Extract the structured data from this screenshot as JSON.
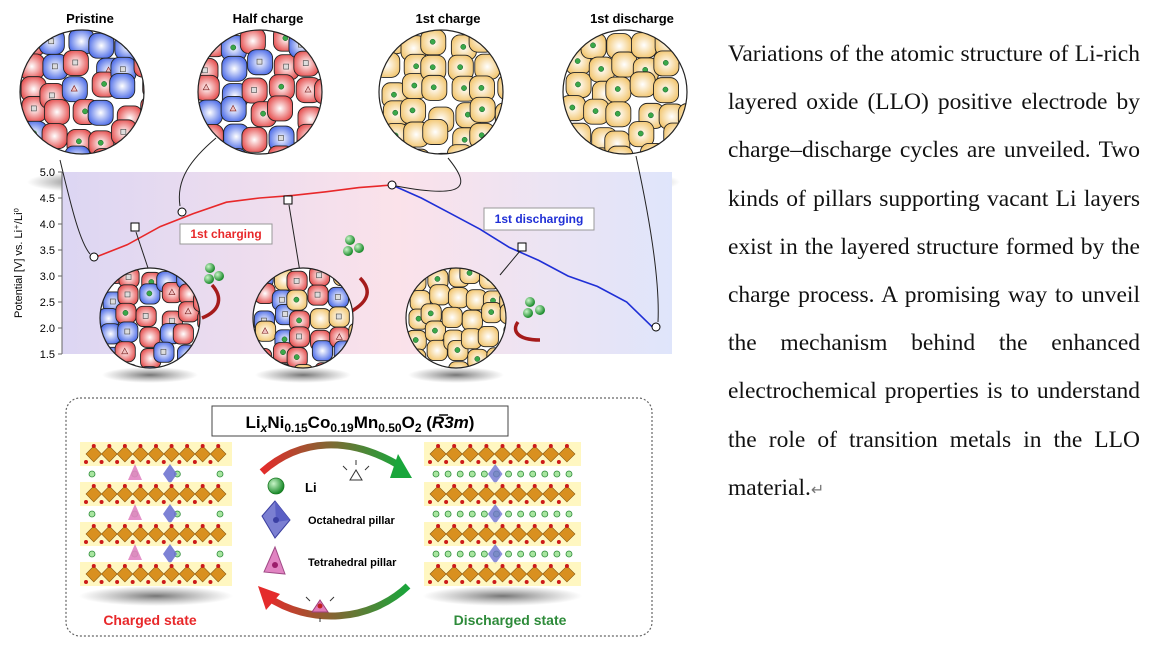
{
  "figure": {
    "state_titles": [
      "Pristine",
      "Half charge",
      "1st charge",
      "1st discharge"
    ],
    "y_axis_label": "Potential [V] vs. Li⁺/Li⁰",
    "charging_label": "1st charging",
    "discharging_label": "1st discharging",
    "formula": "LixNi0.15Co0.19Mn0.50O2 (R3m)",
    "legend": {
      "li": "Li",
      "octahedral": "Octahedral pillar",
      "tetrahedral": "Tetrahedral pillar"
    },
    "charged_state": "Charged state",
    "discharged_state": "Discharged state",
    "colors": {
      "charge_red": "#e8282a",
      "discharge_blue": "#1f2fd6",
      "green": "#2e8b3a",
      "orange": "#d88a1a"
    }
  },
  "chart_data": {
    "type": "line",
    "ylabel": "Potential [V] vs. Li⁺/Li⁰",
    "ylim": [
      1.5,
      5.0
    ],
    "yticks": [
      "1.5",
      "2.0",
      "2.5",
      "3.0",
      "3.5",
      "4.0",
      "4.5",
      "5.0"
    ],
    "grid": false,
    "series": [
      {
        "name": "1st charging",
        "values": [
          3.35,
          3.6,
          3.95,
          4.2,
          4.42,
          4.5,
          4.55,
          4.62,
          4.7,
          4.75
        ]
      },
      {
        "name": "1st discharging",
        "values": [
          4.75,
          4.5,
          4.2,
          3.9,
          3.55,
          3.3,
          3.0,
          2.8,
          2.5,
          1.95
        ]
      }
    ]
  },
  "caption": {
    "text": "Variations of the atomic structure of Li-rich layered oxide (LLO) positive electrode by charge–discharge cycles are unveiled. Two kinds of pillars supporting vacant Li layers exist in the layered structure formed by the charge process. A promising way to unveil the mechanism behind the enhanced electrochemical properties is to understand the role of transition metals in the LLO material.",
    "return_mark": "↵"
  }
}
